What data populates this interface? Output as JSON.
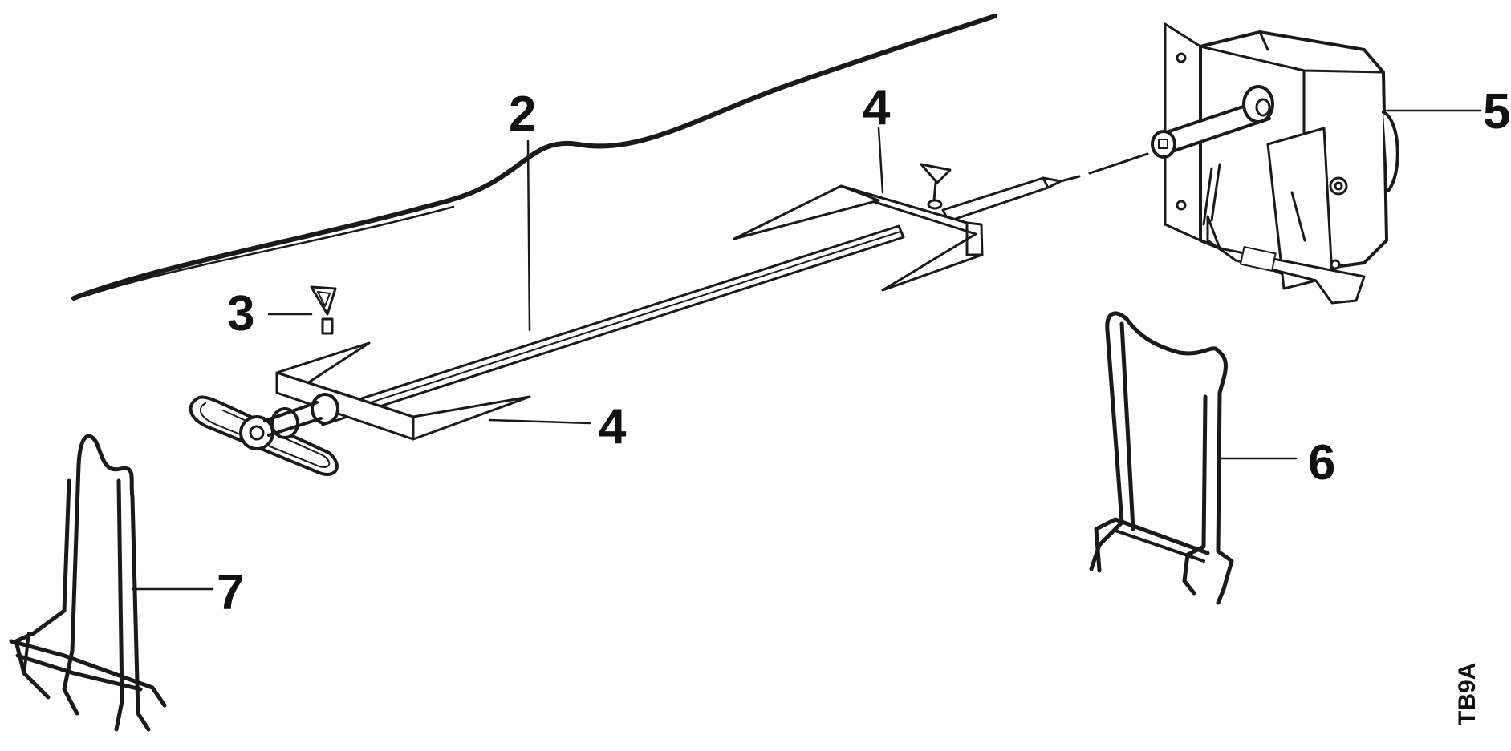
{
  "callouts": {
    "part_2": "2",
    "part_3": "3",
    "part_4_upper": "4",
    "part_4_lower": "4",
    "part_5": "5",
    "part_6": "6",
    "part_7": "7"
  },
  "figure_code": "TB9A",
  "colors": {
    "ink": "#1a1a1a",
    "background": "#ffffff"
  }
}
